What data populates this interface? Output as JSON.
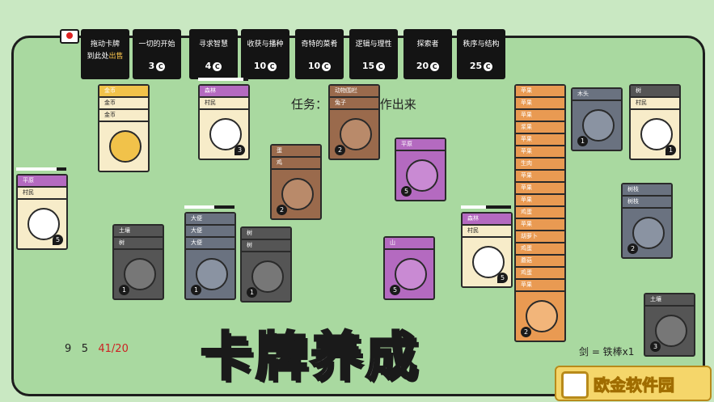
{
  "packs": [
    {
      "title": "拖动卡牌",
      "title2": "到此处",
      "title3": "出售",
      "price": ""
    },
    {
      "title": "一切的开始",
      "price": "3"
    },
    {
      "title": "寻求智慧",
      "price": "4"
    },
    {
      "title": "收获与播种",
      "price": "10"
    },
    {
      "title": "奇特的菜肴",
      "price": "10"
    },
    {
      "title": "逻辑与理性",
      "price": "15"
    },
    {
      "title": "探索者",
      "price": "20"
    },
    {
      "title": "秩序与结构",
      "price": "25"
    }
  ],
  "coin_glyph": "C",
  "task": "任务：          的蓝图制作出来",
  "stacks": {
    "coins": [
      "金币",
      "金币",
      "金币"
    ],
    "forest1": [
      "森林",
      "村民"
    ],
    "pen": [
      "动物围栏",
      "兔子"
    ],
    "bird": [
      "蛋",
      "鸡"
    ],
    "plain1": [
      "平原"
    ],
    "plain2": [
      "平原",
      "村民"
    ],
    "soil1": [
      "土壤",
      "树"
    ],
    "dung": [
      "大便",
      "大便",
      "大便"
    ],
    "tree2": [
      "树",
      "树"
    ],
    "mountain": [
      "山"
    ],
    "forest2": [
      "森林",
      "村民"
    ],
    "food": [
      "苹果",
      "苹果",
      "苹果",
      "浆果",
      "苹果",
      "苹果",
      "生肉",
      "苹果",
      "苹果",
      "苹果",
      "鸡蛋",
      "苹果",
      "胡萝卜",
      "鸡蛋",
      "蘑菇",
      "鸡蛋",
      "苹果"
    ],
    "wood": [
      "木头"
    ],
    "treevillager": [
      "树",
      "村民"
    ],
    "branch": [
      "树枝",
      "树枝"
    ],
    "soil2": [
      "土壤"
    ]
  },
  "counts": {
    "coins": "",
    "forest1": "3",
    "pen": "2",
    "bird": "2",
    "plain1": "5",
    "plain2": "5",
    "soil1": "1",
    "dung": "1",
    "tree2": "1",
    "mountain": "5",
    "forest2": "5",
    "food": "2",
    "wood": "1",
    "treevillager": "1",
    "branch": "2",
    "soil2": "3"
  },
  "stats": {
    "cards": "9",
    "food": "5",
    "hp": "41/20"
  },
  "recipe": "剑 = 铁棒x1",
  "banner": "卡牌养成",
  "watermark": "欧金软件园",
  "colors": {
    "board": "#a9d9a0",
    "purple": "#b46ac0",
    "orange": "#e99a52",
    "gray": "#6a7280",
    "brown": "#9a6a4c"
  }
}
